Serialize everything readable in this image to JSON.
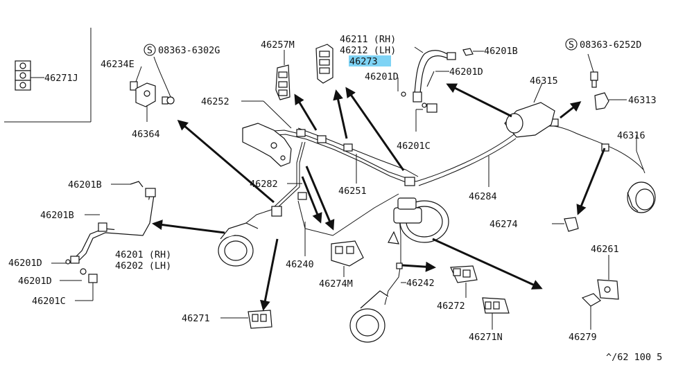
{
  "highlight_color": "#7ed3f5",
  "labels": {
    "p46271J": "46271J",
    "p46234E": "46234E",
    "s08363_6302G": "08363-6302G",
    "s08363_6302G_mark": "S",
    "p46364": "46364",
    "p46257M": "46257M",
    "p46211": "46211 (RH)",
    "p46212": "46212 (LH)",
    "p46273": "46273",
    "p46201B_top": "46201B",
    "s08363_6252D": "08363-6252D",
    "s08363_6252D_mark": "S",
    "p46201D_top_left": "46201D",
    "p46201D_top_right": "46201D",
    "p46252": "46252",
    "p46315": "46315",
    "p46313": "46313",
    "p46201C_top": "46201C",
    "p46316": "46316",
    "p46282": "46282",
    "p46251": "46251",
    "p46284": "46284",
    "p46201B_left_1": "46201B",
    "p46201B_left_2": "46201B",
    "p46274": "46274",
    "p46201_rh": "46201 (RH)",
    "p46202_lh": "46202 (LH)",
    "p46201D_left_1": "46201D",
    "p46201D_left_2": "46201D",
    "p46240": "46240",
    "p46261": "46261",
    "p46274M": "46274M",
    "p46242": "46242",
    "p46201C_left": "46201C",
    "p46272": "46272",
    "p46271": "46271",
    "p46271N": "46271N",
    "p46279": "46279",
    "ref_code": "^/62 100 5"
  }
}
